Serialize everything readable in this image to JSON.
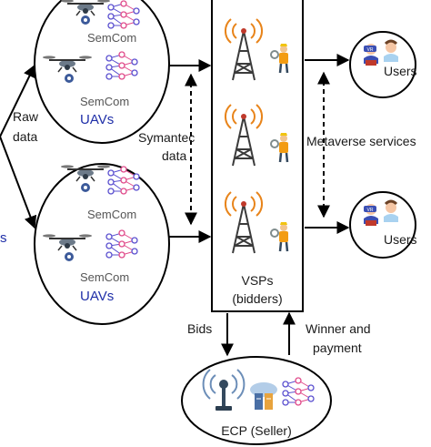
{
  "labels": {
    "raw_data_1": "Raw",
    "raw_data_2": "data",
    "semantic_data_1": "Symantec",
    "semantic_data_2": "data",
    "metaverse_services": "Metaverse services",
    "bids": "Bids",
    "winner_1": "Winner and",
    "winner_2": "payment",
    "vsps_1": "VSPs",
    "vsps_2": "(bidders)",
    "ecp": "ECP (Seller)",
    "left_partial": "s"
  },
  "uav_clusters": [
    {
      "semcom_top": "SemCom",
      "semcom_bottom": "SemCom",
      "group_label": "UAVs"
    },
    {
      "semcom_top": "SemCom",
      "semcom_bottom": "SemCom",
      "group_label": "UAVs"
    }
  ],
  "users": [
    {
      "label": "Users"
    },
    {
      "label": "Users"
    }
  ],
  "colors": {
    "stroke": "#000000",
    "uav_label": "#1f2fa8",
    "tower": "#3b3b3b",
    "signal": "#e8841a",
    "network_node": "#5a4fcf",
    "network_accent": "#e04a8a",
    "headset": "#3b4fb3"
  }
}
